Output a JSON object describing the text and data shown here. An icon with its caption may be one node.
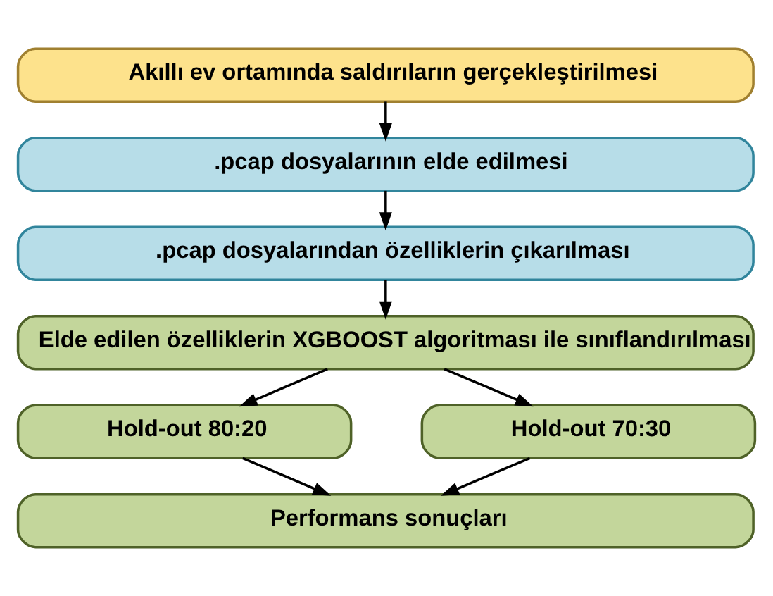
{
  "diagram": {
    "nodes": [
      {
        "text": [
          "Akıllı ev ortamında saldırıların gerçekleştirilmesi"
        ]
      },
      {
        "text": [
          ".pcap dosyalarının elde edilmesi"
        ]
      },
      {
        "text": [
          ".pcap dosyalarından özelliklerin çıkarılması"
        ]
      },
      {
        "text": [
          "Elde edilen özelliklerin XGBOOST algoritması ile sınıflandırılması"
        ]
      },
      {
        "text": [
          "Hold-out 80:20"
        ]
      },
      {
        "text": [
          "Hold-out 70:30"
        ]
      },
      {
        "text": [
          "Performans sonuçları"
        ]
      }
    ],
    "edges": [
      {
        "from": 0,
        "to": 1,
        "arrow": "to"
      },
      {
        "from": 1,
        "to": 2,
        "arrow": "to"
      },
      {
        "from": 2,
        "to": 3,
        "arrow": "to"
      },
      {
        "from": 3,
        "to": 4,
        "arrow": "to"
      },
      {
        "from": 3,
        "to": 5,
        "arrow": "to"
      },
      {
        "from": 4,
        "to": 6,
        "arrow": "to"
      },
      {
        "from": 5,
        "to": 6,
        "arrow": "to"
      }
    ]
  }
}
